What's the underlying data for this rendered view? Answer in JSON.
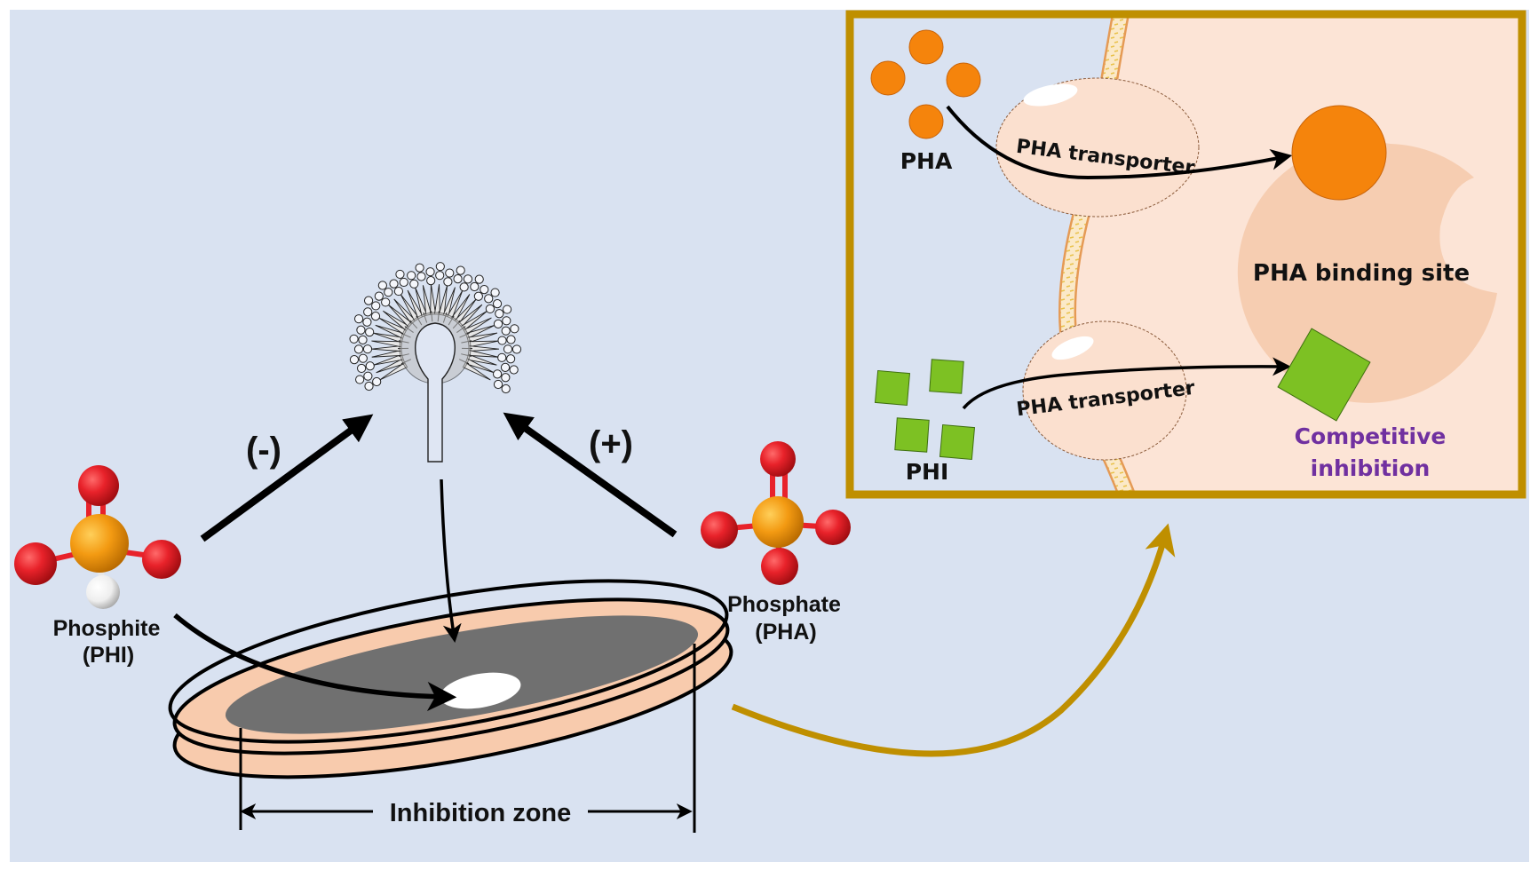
{
  "colors": {
    "background": "#D9E2F1",
    "inset_border": "#BF8F00",
    "cell_interior": "#FCE4D6",
    "binding_site": "#F6CDB1",
    "pha_orange": "#F5840C",
    "phi_green": "#7DC123",
    "oxygen_red": "#E8222A",
    "phosphorus_orange": "#F39A12",
    "hydrogen_white": "#F2F2F2",
    "agar_peach": "#F8CBAD",
    "fungal_lawn_gray": "#707070",
    "competitive_purple": "#7030A0",
    "arrow_black": "#000000"
  },
  "left_panel": {
    "phosphite": {
      "name": "Phosphite",
      "abbr": "(PHI)",
      "effect": "(-)"
    },
    "phosphate": {
      "name": "Phosphate",
      "abbr": "(PHA)",
      "effect": "(+)"
    },
    "organism_icon": "aspergillus-conidiophore-icon",
    "petri_dish": {
      "measurement_label": "Inhibition zone"
    }
  },
  "inset_panel": {
    "pha_label": "PHA",
    "phi_label": "PHI",
    "transporter_top_label": "PHA transporter",
    "transporter_bottom_label": "PHA transporter",
    "binding_site_label": "PHA binding site",
    "competitive_label_line1": "Competitive",
    "competitive_label_line2": "inhibition",
    "pha_molecule_count": 4,
    "phi_molecule_count": 4
  }
}
